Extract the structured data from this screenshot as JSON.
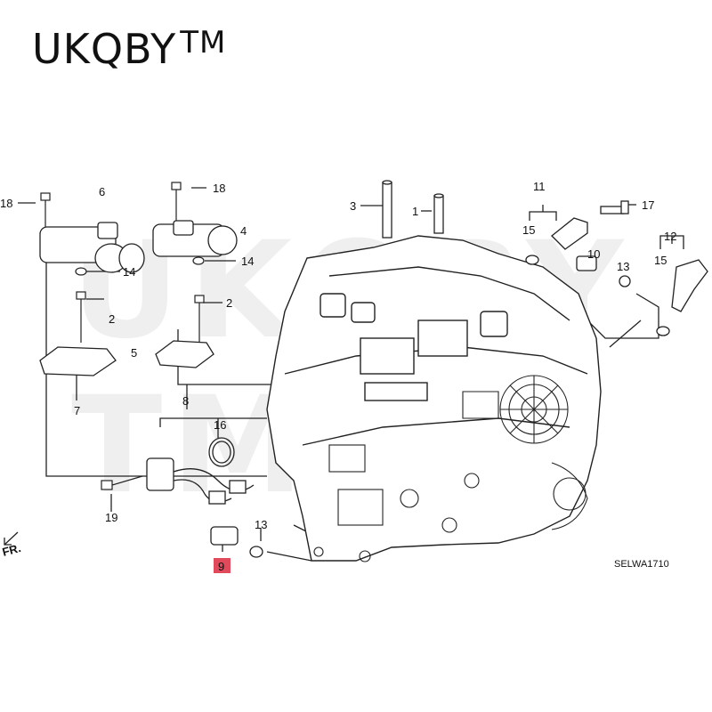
{
  "brand": {
    "name": "UKQBY",
    "trademark": "TM"
  },
  "watermark": "UKQBY TM",
  "diagram_code": "SELWA1710",
  "direction_label": "FR.",
  "highlighted_part": "9",
  "callouts": {
    "c1": "1",
    "c2a": "2",
    "c2b": "2",
    "c3": "3",
    "c4": "4",
    "c5": "5",
    "c6": "6",
    "c7": "7",
    "c8": "8",
    "c9": "9",
    "c10": "10",
    "c11": "11",
    "c12": "12",
    "c13a": "13",
    "c13b": "13",
    "c14a": "14",
    "c14b": "14",
    "c15a": "15",
    "c15b": "15",
    "c16": "16",
    "c17": "17",
    "c18a": "18",
    "c18b": "18",
    "c19": "19"
  }
}
